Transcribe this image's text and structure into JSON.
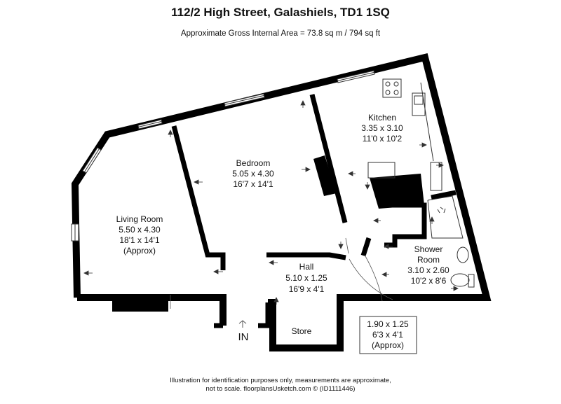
{
  "header": {
    "title": "112/2 High Street, Galashiels, TD1 1SQ",
    "area": "Approximate Gross Internal Area = 73.8 sq m / 794 sq ft"
  },
  "rooms": {
    "kitchen": {
      "name": "Kitchen",
      "metric": "3.35 x 3.10",
      "imperial": "11'0 x 10'2"
    },
    "bedroom": {
      "name": "Bedroom",
      "metric": "5.05 x 4.30",
      "imperial": "16'7 x 14'1"
    },
    "living": {
      "name": "Living Room",
      "metric": "5.50 x 4.30",
      "imperial": "18'1 x 14'1",
      "note": "(Approx)"
    },
    "hall": {
      "name": "Hall",
      "metric": "5.10 x 1.25",
      "imperial": "16'9 x 4'1"
    },
    "shower": {
      "name_line1": "Shower",
      "name_line2": "Room",
      "metric": "3.10 x 2.60",
      "imperial": "10'2 x 8'6"
    },
    "store": {
      "name": "Store"
    },
    "annex": {
      "metric": "1.90 x 1.25",
      "imperial": "6'3 x 4'1",
      "note": "(Approx)"
    }
  },
  "entrance": {
    "label": "IN"
  },
  "footer": {
    "line1": "Illustration for identification purposes only, measurements are approximate,",
    "line2": "not to scale. floorplansUsketch.com © (ID1111446)"
  }
}
